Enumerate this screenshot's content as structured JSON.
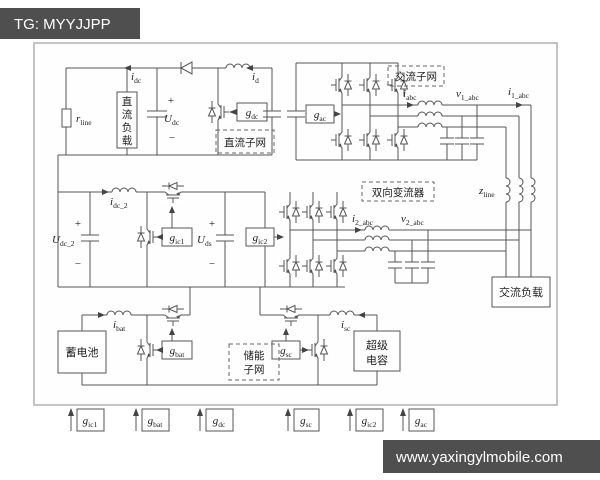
{
  "watermarks": {
    "top_left": "TG: MYYJJPP",
    "bottom_right": "www.yaxingylmobile.com"
  },
  "colors": {
    "banner": "#4f4f4f",
    "wire": "#555555",
    "text": "#222222"
  },
  "sections": {
    "dc_subnet": "直流子网",
    "ac_subnet": "交流子网",
    "bidirectional_converter": "双向变流器",
    "storage_subnet_line1": "储能",
    "storage_subnet_line2": "子网"
  },
  "blocks": {
    "dc_load_chars": [
      "直",
      "流",
      "负",
      "载"
    ],
    "battery": "蓄电池",
    "supercap_line1": "超级",
    "supercap_line2": "电容",
    "ac_load": "交流负载"
  },
  "signs": {
    "plus": "+",
    "minus": "−"
  },
  "labels": {
    "i_dc": {
      "v": "i",
      "s": "dc"
    },
    "i_d": {
      "v": "i",
      "s": "d"
    },
    "r_line": {
      "v": "r",
      "s": "line"
    },
    "U_dc": {
      "v": "U",
      "s": "dc"
    },
    "g_dc": {
      "v": "g",
      "s": "dc"
    },
    "g_ac": {
      "v": "g",
      "s": "ac"
    },
    "i_abc": {
      "v": "i",
      "s": "abc"
    },
    "v1_abc": {
      "v": "v",
      "s": "1_abc"
    },
    "i1_abc": {
      "v": "i",
      "s": "1_abc"
    },
    "z_line": {
      "v": "z",
      "s": "line"
    },
    "i_dc2": {
      "v": "i",
      "s": "dc_2"
    },
    "U_dc2": {
      "v": "U",
      "s": "dc_2"
    },
    "g_ic1": {
      "v": "g",
      "s": "ic1"
    },
    "U_ds": {
      "v": "U",
      "s": "ds"
    },
    "g_ic2": {
      "v": "g",
      "s": "ic2"
    },
    "i2_abc": {
      "v": "i",
      "s": "2_abc"
    },
    "v2_abc": {
      "v": "v",
      "s": "2_abc"
    },
    "i_bat": {
      "v": "i",
      "s": "bat"
    },
    "g_bat": {
      "v": "g",
      "s": "bat"
    },
    "i_sc": {
      "v": "i",
      "s": "sc"
    },
    "g_sc": {
      "v": "g",
      "s": "sc"
    }
  },
  "gate_row": [
    {
      "v": "g",
      "s": "ic1"
    },
    {
      "v": "g",
      "s": "bat"
    },
    {
      "v": "g",
      "s": "dc"
    },
    {
      "v": "g",
      "s": "sc"
    },
    {
      "v": "g",
      "s": "ic2"
    },
    {
      "v": "g",
      "s": "ac"
    }
  ]
}
